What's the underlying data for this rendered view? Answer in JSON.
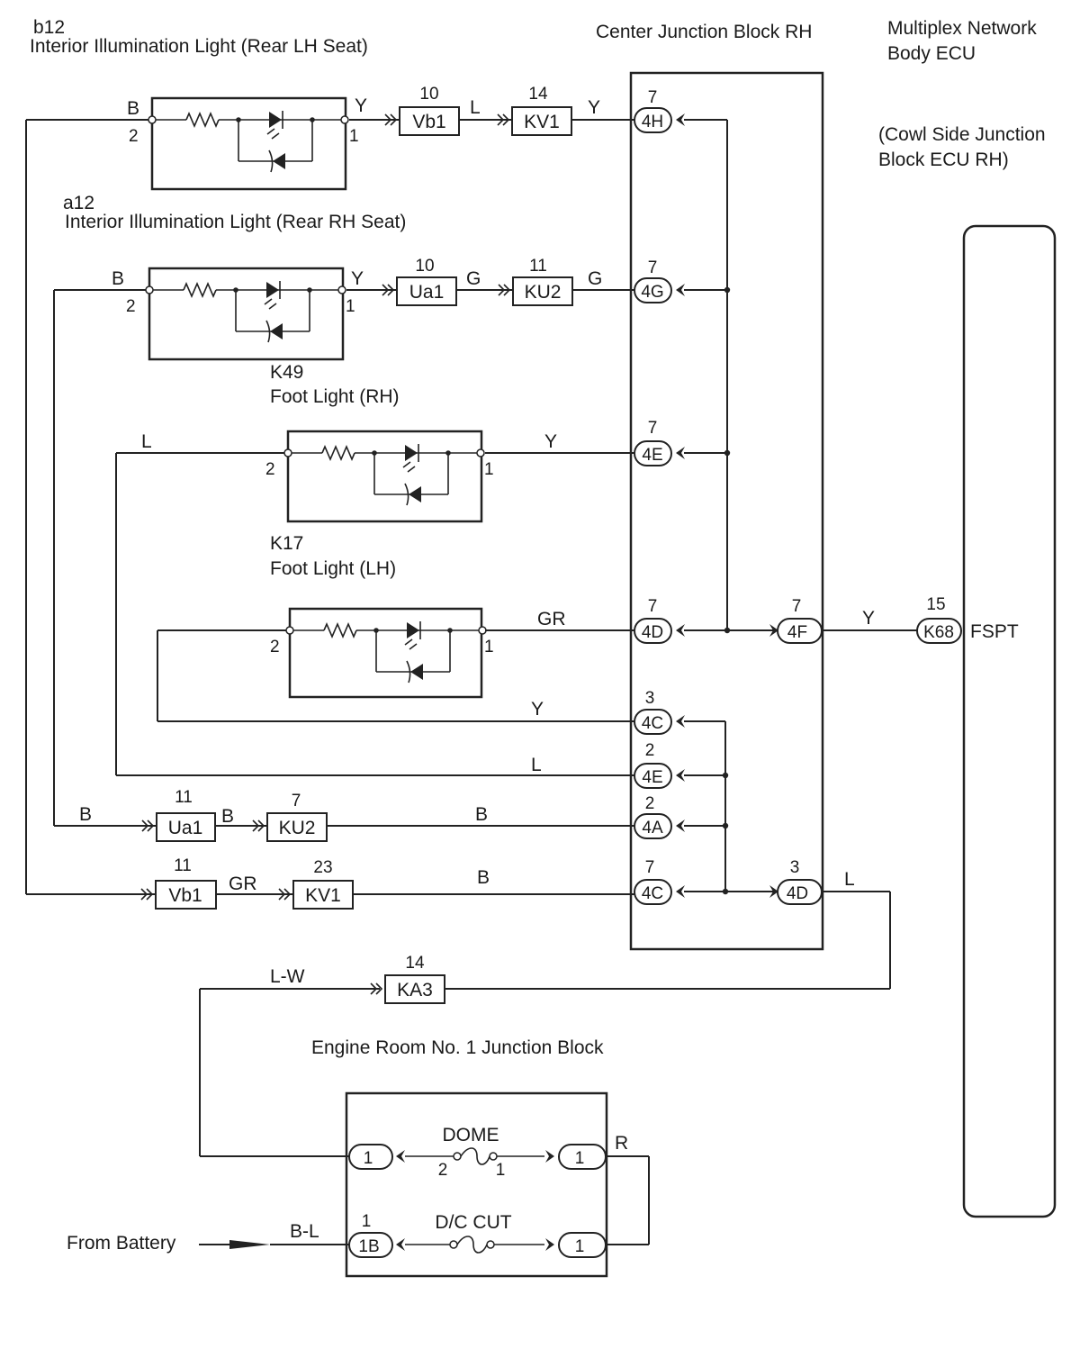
{
  "titles": {
    "b12_code": "b12",
    "b12_name": "Interior Illumination Light (Rear LH Seat)",
    "a12_code": "a12",
    "a12_name": "Interior Illumination Light (Rear RH Seat)",
    "k49_code": "K49",
    "k49_name": "Foot Light (RH)",
    "k17_code": "K17",
    "k17_name": "Foot Light (LH)",
    "cjb": "Center Junction Block RH",
    "ecu_line1": "Multiplex Network",
    "ecu_line2": "Body ECU",
    "ecu_line3": "(Cowl Side Junction",
    "ecu_line4": "Block ECU RH)",
    "erjb": "Engine Room No. 1 Junction Block",
    "from_battery": "From Battery"
  },
  "wires": {
    "b12_ground": "B",
    "b12_out": "Y",
    "b12_mid": "L",
    "b12_to_cjb": "Y",
    "a12_ground": "B",
    "a12_out": "Y",
    "a12_mid": "G",
    "a12_to_cjb": "G",
    "k49_in": "L",
    "k49_out": "Y",
    "k17_out": "GR",
    "k17_return": "Y",
    "k49_return": "L",
    "ua1_return": "B",
    "ua1_ku2": "B",
    "ku2_cjb": "B",
    "vb1_kv1": "GR",
    "kv1_cjb": "B",
    "ecu_fspt": "Y",
    "cjb_4d_out": "L",
    "lw": "L-W",
    "dome_out": "R",
    "battery": "B-L"
  },
  "connectors": {
    "vb1_top_pin": "10",
    "vb1_top": "Vb1",
    "kv1_top_pin": "14",
    "kv1_top": "KV1",
    "ua1_top_pin": "10",
    "ua1_top": "Ua1",
    "ku2_top_pin": "11",
    "ku2_top": "KU2",
    "ua1_bot_pin": "11",
    "ua1_bot": "Ua1",
    "ku2_bot_pin": "7",
    "ku2_bot": "KU2",
    "vb1_bot_pin": "11",
    "vb1_bot": "Vb1",
    "kv1_bot_pin": "23",
    "kv1_bot": "KV1",
    "ka3_pin": "14",
    "ka3": "KA3",
    "k68_pin": "15",
    "k68": "K68",
    "fspt": "FSPT"
  },
  "cjb_terms": {
    "t4h_pin": "7",
    "t4h": "4H",
    "t4g_pin": "7",
    "t4g": "4G",
    "t4e_pin": "7",
    "t4e": "4E",
    "t4d_pin": "7",
    "t4d": "4D",
    "t4c_pin": "3",
    "t4c": "4C",
    "t4e2_pin": "2",
    "t4e2": "4E",
    "t4a_pin": "2",
    "t4a": "4A",
    "t4c2_pin": "7",
    "t4c2": "4C",
    "t4f_pin": "7",
    "t4f": "4F",
    "t4d2_pin": "3",
    "t4d2": "4D"
  },
  "lights": {
    "b12_pin_in": "2",
    "b12_pin_out": "1",
    "a12_pin_in": "2",
    "a12_pin_out": "1",
    "k49_pin_in": "2",
    "k49_pin_out": "1",
    "k17_pin_in": "2",
    "k17_pin_out": "1"
  },
  "fuses": {
    "dome": "DOME",
    "dome_pin_a": "2",
    "dome_pin_b": "1",
    "dcc": "D/C CUT",
    "dome_left": "1",
    "dome_right": "1",
    "dcc_left_pin": "1",
    "dcc_left": "1B",
    "dcc_right": "1"
  },
  "colors": {
    "line": "#222222",
    "background": "#ffffff"
  }
}
